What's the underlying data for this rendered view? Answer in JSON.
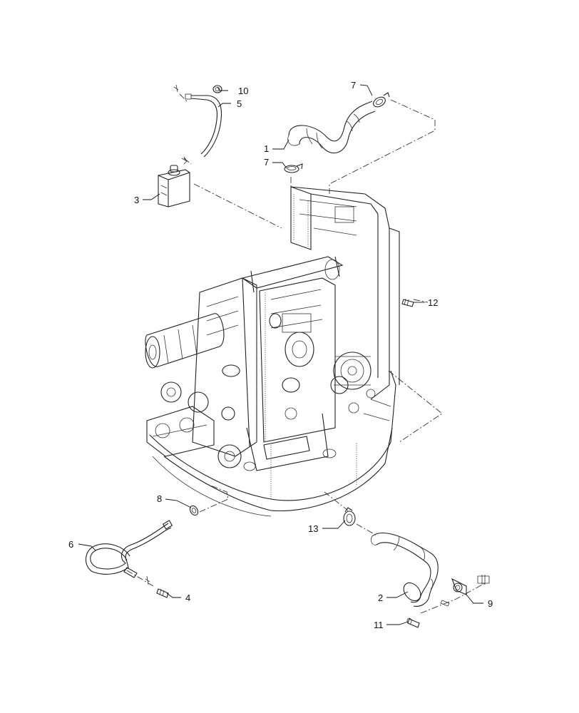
{
  "diagram": {
    "callouts": {
      "c1": "1",
      "c2": "2",
      "c3": "3",
      "c4": "4",
      "c5": "5",
      "c6": "6",
      "c7a": "7",
      "c7b": "7",
      "c8": "8",
      "c9": "9",
      "c10": "10",
      "c11": "11",
      "c12": "12",
      "c13": "13"
    }
  }
}
